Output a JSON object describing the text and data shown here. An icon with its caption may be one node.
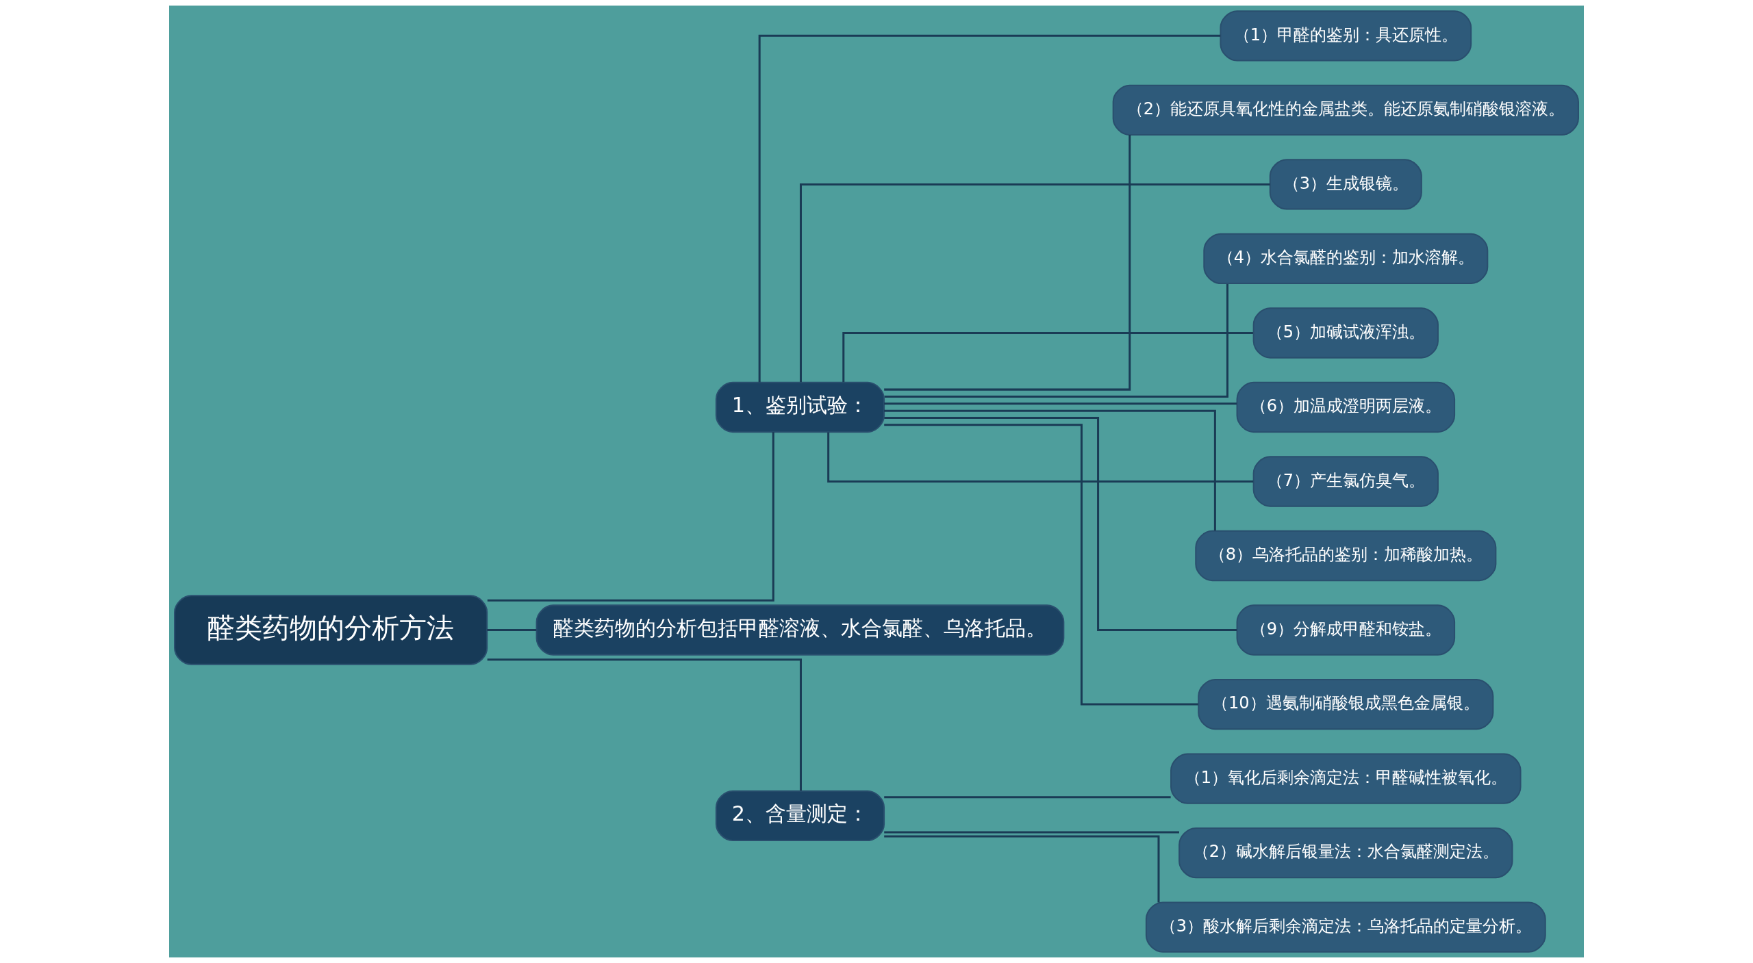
{
  "diagram": {
    "nodes": [
      {
        "text": [
          "醛类药物的分析方法"
        ]
      },
      {
        "text": [
          "1、鉴别试验："
        ]
      },
      {
        "text": [
          "（1）甲醛的鉴别：具还原性。"
        ]
      },
      {
        "text": [
          "（2）能还原具氧化性的金属盐类。能还原氨制硝酸银溶液。"
        ]
      },
      {
        "text": [
          "（3）生成银镜。"
        ]
      },
      {
        "text": [
          "（4）水合氯醛的鉴别：加水溶解。"
        ]
      },
      {
        "text": [
          "（5）加碱试液浑浊。"
        ]
      },
      {
        "text": [
          "（6）加温成澄明两层液。"
        ]
      },
      {
        "text": [
          "（7）产生氯仿臭气。"
        ]
      },
      {
        "text": [
          "（8）乌洛托品的鉴别：加稀酸加热。"
        ]
      },
      {
        "text": [
          "（9）分解成甲醛和铵盐。"
        ]
      },
      {
        "text": [
          "（10）遇氨制硝酸银成黑色金属银。"
        ]
      },
      {
        "text": [
          "醛类药物的分析包括甲醛溶液、水合氯醛、乌洛托品。"
        ]
      },
      {
        "text": [
          "2、含量测定："
        ]
      },
      {
        "text": [
          "（1）氧化后剩余滴定法：甲醛碱性被氧化。"
        ]
      },
      {
        "text": [
          "（2）碱水解后银量法：水合氯醛测定法。"
        ]
      },
      {
        "text": [
          "（3）酸水解后剩余滴定法：乌洛托品的定量分析。"
        ]
      }
    ],
    "edges": [
      {
        "from": 0,
        "to": 1,
        "arrow": "none"
      },
      {
        "from": 1,
        "to": 2,
        "arrow": "none"
      },
      {
        "from": 1,
        "to": 3,
        "arrow": "none"
      },
      {
        "from": 1,
        "to": 4,
        "arrow": "none"
      },
      {
        "from": 1,
        "to": 5,
        "arrow": "none"
      },
      {
        "from": 1,
        "to": 6,
        "arrow": "none"
      },
      {
        "from": 1,
        "to": 7,
        "arrow": "none"
      },
      {
        "from": 1,
        "to": 8,
        "arrow": "none"
      },
      {
        "from": 1,
        "to": 9,
        "arrow": "none"
      },
      {
        "from": 1,
        "to": 10,
        "arrow": "none"
      },
      {
        "from": 1,
        "to": 11,
        "arrow": "none"
      },
      {
        "from": 0,
        "to": 12,
        "arrow": "none"
      },
      {
        "from": 0,
        "to": 13,
        "arrow": "none"
      },
      {
        "from": 13,
        "to": 14,
        "arrow": "none"
      },
      {
        "from": 13,
        "to": 15,
        "arrow": "none"
      },
      {
        "from": 13,
        "to": 16,
        "arrow": "none"
      }
    ]
  }
}
